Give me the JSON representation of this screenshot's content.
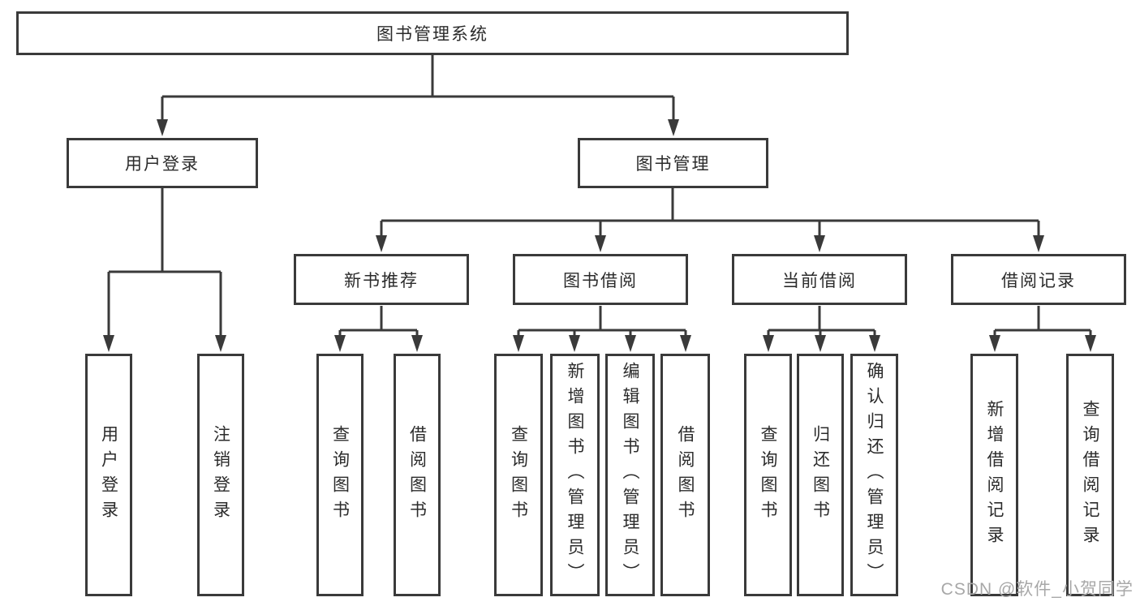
{
  "diagram": {
    "title": "图书管理系统",
    "colors": {
      "line": "#3a3a3a",
      "text": "#2b2b2b",
      "watermark": "#a8a8a8",
      "background": "#ffffff"
    },
    "root": {
      "label": "图书管理系统"
    },
    "level2": {
      "user_login": {
        "label": "用户登录"
      },
      "book_mgmt": {
        "label": "图书管理"
      }
    },
    "level3": {
      "new_book": {
        "label": "新书推荐"
      },
      "book_borrow": {
        "label": "图书借阅"
      },
      "current_borrow": {
        "label": "当前借阅"
      },
      "borrow_records": {
        "label": "借阅记录"
      }
    },
    "leaves": {
      "user_login_leaf": "用户登录",
      "logout_leaf": "注销登录",
      "newbook_query": "查询图书",
      "newbook_borrow": "借阅图书",
      "borrow_query": "查询图书",
      "borrow_add": "新增图书（管理员）",
      "borrow_edit": "编辑图书（管理员）",
      "borrow_borrow": "借阅图书",
      "current_query": "查询图书",
      "current_return": "归还图书",
      "current_confirm": "确认归还（管理员）",
      "records_add": "新增借阅记录",
      "records_query": "查询借阅记录"
    },
    "watermark": "CSDN @软件_小贺同学"
  }
}
